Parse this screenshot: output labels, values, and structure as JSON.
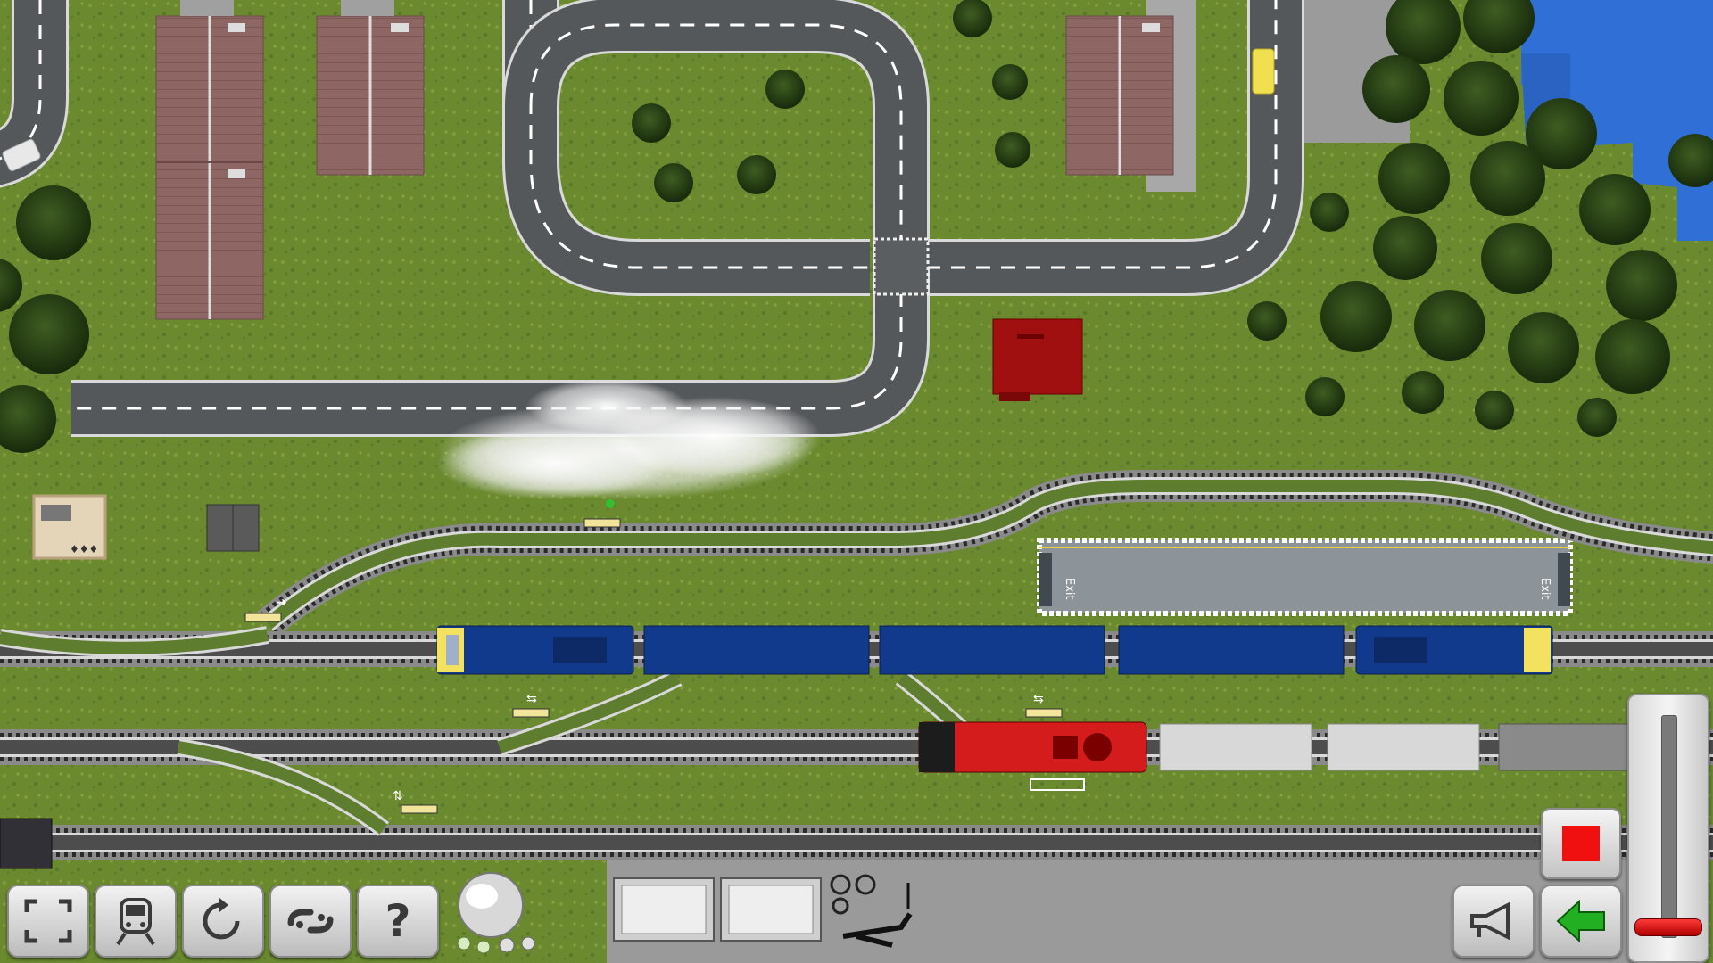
{
  "scene": {
    "colors": {
      "grass": "#6b8a30",
      "road": "#55585b",
      "roof": "#8e6664",
      "water": "#2f6fd6",
      "tree": "#243d14",
      "ballast": "#8a8a8a",
      "train_blue": "#123a8c",
      "loco_red": "#d41c1c",
      "shed_red": "#a01010"
    },
    "platform": {
      "left_sign": "Exit",
      "right_sign": "Exit"
    }
  },
  "toolbar": {
    "buttons": [
      {
        "name": "fullscreen-button",
        "icon": "fullscreen-icon"
      },
      {
        "name": "train-select-button",
        "icon": "train-icon"
      },
      {
        "name": "rotate-button",
        "icon": "rotate-icon"
      },
      {
        "name": "coupling-button",
        "icon": "coupling-icon"
      },
      {
        "name": "help-button",
        "icon": "question-icon",
        "label": "?"
      }
    ]
  },
  "controls": {
    "throttle_level": 0.0,
    "stop_icon": "stop-icon",
    "horn_icon": "horn-icon",
    "reverse_icon": "green-arrow-left-icon"
  }
}
